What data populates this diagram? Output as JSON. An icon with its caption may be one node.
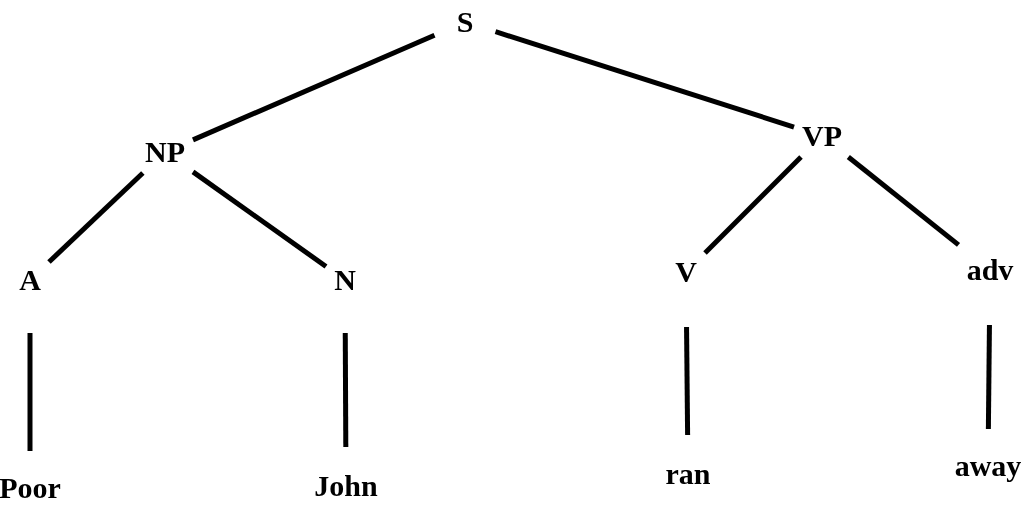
{
  "diagram": {
    "nodes": [
      {
        "text": [
          "S"
        ]
      },
      {
        "text": [
          "NP"
        ]
      },
      {
        "text": [
          "VP"
        ]
      },
      {
        "text": [
          "A"
        ]
      },
      {
        "text": [
          "N"
        ]
      },
      {
        "text": [
          "V"
        ]
      },
      {
        "text": [
          "adv"
        ]
      },
      {
        "text": [
          "Poor"
        ]
      },
      {
        "text": [
          "John"
        ]
      },
      {
        "text": [
          "ran"
        ]
      },
      {
        "text": [
          "away"
        ]
      }
    ],
    "edges": [
      {
        "from": 0,
        "to": 1,
        "arrow": "none"
      },
      {
        "from": 0,
        "to": 2,
        "arrow": "none"
      },
      {
        "from": 1,
        "to": 3,
        "arrow": "none"
      },
      {
        "from": 1,
        "to": 4,
        "arrow": "none"
      },
      {
        "from": 2,
        "to": 5,
        "arrow": "none"
      },
      {
        "from": 2,
        "to": 6,
        "arrow": "none"
      },
      {
        "from": 3,
        "to": 7,
        "arrow": "none"
      },
      {
        "from": 4,
        "to": 8,
        "arrow": "none"
      },
      {
        "from": 5,
        "to": 9,
        "arrow": "none"
      },
      {
        "from": 6,
        "to": 10,
        "arrow": "none"
      }
    ]
  }
}
